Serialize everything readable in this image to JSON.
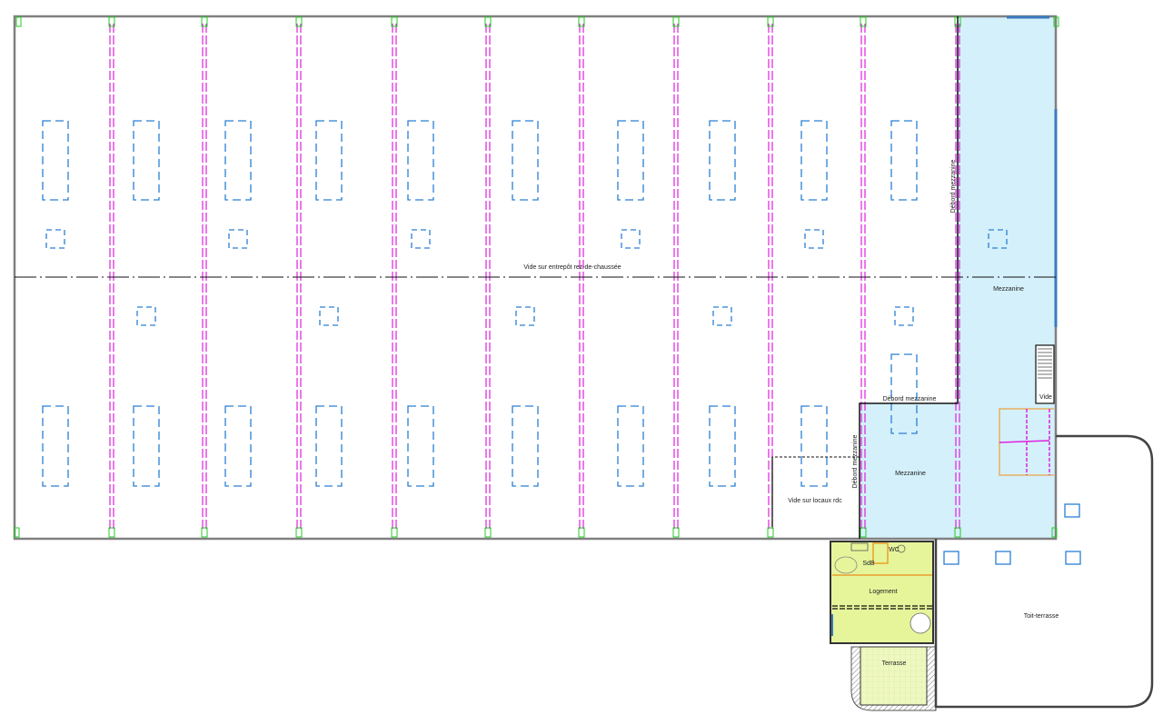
{
  "plan": {
    "labels": {
      "void_warehouse": "Vide sur entrepôt rez-de-chaussée",
      "mezzanine_overhang_vertical": "Débord mezzanine",
      "mezzanine_overhang_horizontal": "Débord mezzanine",
      "mezzanine_overhang_small": "Débord mezzanine",
      "mezzanine_main": "Mezzanine",
      "mezzanine_lower": "Mezzanine",
      "void_stair": "Vide",
      "void_offices": "Vide sur locaux rdc",
      "bathroom": "SdB",
      "wc": "WC",
      "dwelling": "Logement",
      "terrace": "Terrasse",
      "roof_terrace": "Toit-terrasse"
    },
    "colors": {
      "walls": "#808080",
      "structure_lines": "#e020e0",
      "skylights": "#2a7fd4",
      "mezzanine_fill": "#d4f0fa",
      "dwelling_fill": "#e6f59a",
      "column_marks": "#22cc22",
      "plumbing": "#e8a030"
    }
  }
}
